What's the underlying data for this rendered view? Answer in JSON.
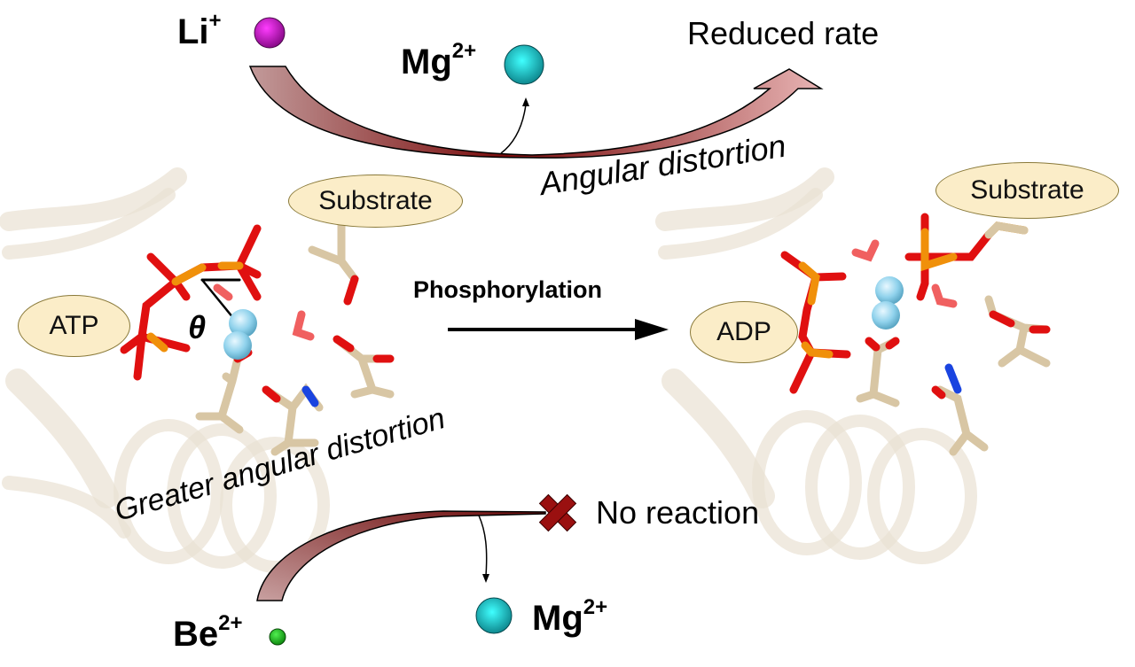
{
  "top": {
    "ion_li": {
      "symbol": "Li",
      "charge": "+"
    },
    "ion_mg": {
      "symbol": "Mg",
      "charge": "2+"
    },
    "outcome": "Reduced rate",
    "arrow_label": "Angular distortion"
  },
  "left_panel": {
    "atp_label": "ATP",
    "substrate_label": "Substrate",
    "angle_symbol": "θ"
  },
  "center": {
    "reaction_label": "Phosphorylation"
  },
  "right_panel": {
    "adp_label": "ADP",
    "substrate_label": "Substrate"
  },
  "bottom": {
    "ion_be": {
      "symbol": "Be",
      "charge": "2+"
    },
    "ion_mg": {
      "symbol": "Mg",
      "charge": "2+"
    },
    "outcome": "No reaction",
    "arrow_label": "Greater angular distortion",
    "cross_icon": "x-mark"
  },
  "colors": {
    "li_ion": "#c01ac0",
    "mg_ion": "#12b5b5",
    "be_ion": "#22b422",
    "metal_site": "#8fd0ea",
    "oxygen": "#e01010",
    "phosphorus": "#f0900a",
    "carbon": "#d8c6a4",
    "nitrogen": "#1a44e0",
    "hydrogen": "#f4f4f4",
    "arrow_dark": "#7a1010",
    "arrow_light": "#c8a0a0",
    "label_fill": "#fbedc8",
    "cross": "#9a1010"
  }
}
